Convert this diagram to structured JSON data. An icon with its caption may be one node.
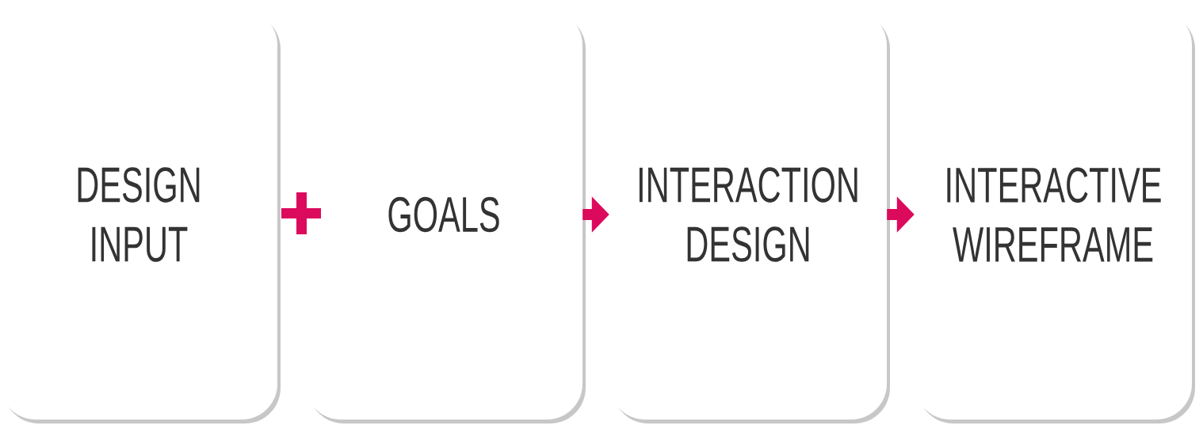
{
  "diagram": {
    "nodes": [
      {
        "text": [
          "DESIGN INPUT"
        ]
      },
      {
        "text": [
          "GOALS"
        ]
      },
      {
        "text": [
          "INTERACTION DESIGN"
        ]
      },
      {
        "text": [
          "INTERACTIVE WIREFRAME"
        ]
      }
    ],
    "edges": [
      {
        "from": 1,
        "to": 2,
        "arrow": "to"
      },
      {
        "from": 2,
        "to": 3,
        "arrow": "to"
      }
    ]
  }
}
